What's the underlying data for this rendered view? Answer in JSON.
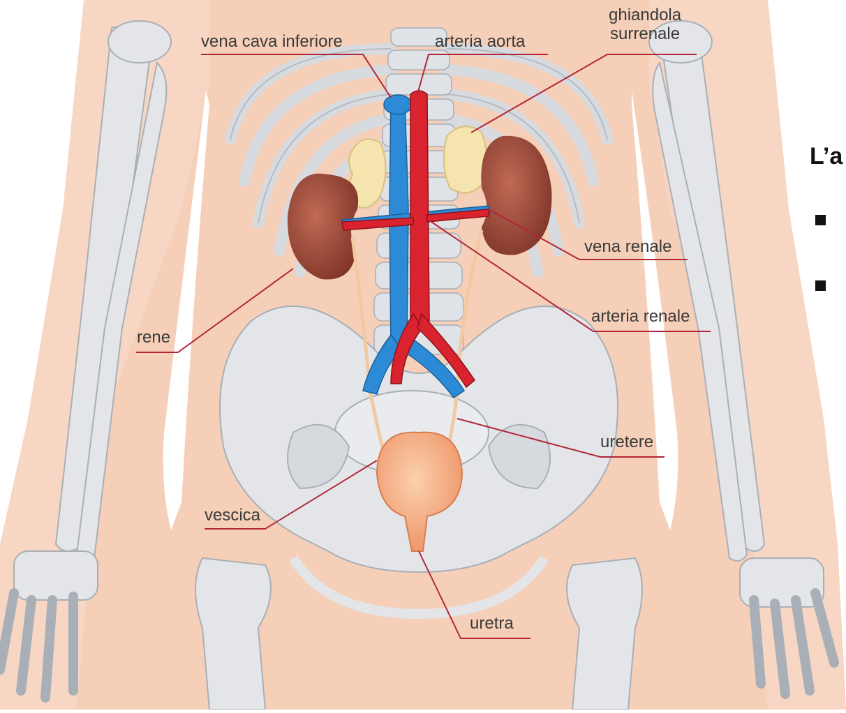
{
  "labels": {
    "vena_cava": "vena cava inferiore",
    "aorta": "arteria aorta",
    "ghiandola_line1": "ghiandola",
    "ghiandola_line2": "surrenale",
    "vena_renale": "vena renale",
    "arteria_renale": "arteria renale",
    "rene": "rene",
    "uretere": "uretere",
    "vescica": "vescica",
    "uretra": "uretra"
  },
  "slide": {
    "title_fragment": "L’a"
  },
  "colors": {
    "skin": "#f5cfb8",
    "bone": "#e3e5e8",
    "bone_outline": "#a9afb7",
    "vein": "#2d8ad6",
    "artery": "#d9232e",
    "kidney": "#9a4a3c",
    "adrenal": "#f6e4ae",
    "bladder": "#f4a77c",
    "leader_line": "#b3263a"
  }
}
